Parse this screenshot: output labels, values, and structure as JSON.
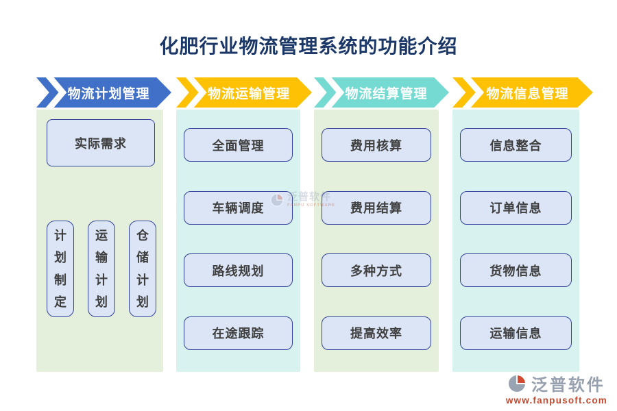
{
  "title": {
    "text": "化肥行业物流管理系统的功能介绍",
    "color": "#1B3768"
  },
  "columns": [
    {
      "header": "物流计划管理",
      "header_color": "#4070C8",
      "body_color": "#E5F0DC",
      "boxes": [
        "实际需求"
      ],
      "vertical_boxes": [
        "计划制定",
        "运输计划",
        "仓储计划"
      ]
    },
    {
      "header": "物流运输管理",
      "header_color": "#FFC104",
      "body_color": "#D8F3EF",
      "boxes": [
        "全面管理",
        "车辆调度",
        "路线规划",
        "在途跟踪"
      ]
    },
    {
      "header": "物流结算管理",
      "header_color": "#75DBD2",
      "body_color": "#E5F0DC",
      "boxes": [
        "费用核算",
        "费用结算",
        "多种方式",
        "提高效率"
      ]
    },
    {
      "header": "物流信息管理",
      "header_color": "#FFC104",
      "body_color": "#D8F3EF",
      "boxes": [
        "信息整合",
        "订单信息",
        "货物信息",
        "运输信息"
      ]
    }
  ],
  "box_style": {
    "fill": "#DBE5F6",
    "border": "#31409A",
    "text_color": "#3F3F3F"
  },
  "watermark": {
    "brand": "泛普软件",
    "sub": "FANPU SOFTWARE"
  },
  "footer_logo": {
    "brand": "泛普软件",
    "url": "www.fanpusoft.com",
    "brand_color": "#97A0AE",
    "url_color": "#C24A30",
    "icon_gray": "#9AA3B2",
    "icon_red": "#D14A32"
  }
}
